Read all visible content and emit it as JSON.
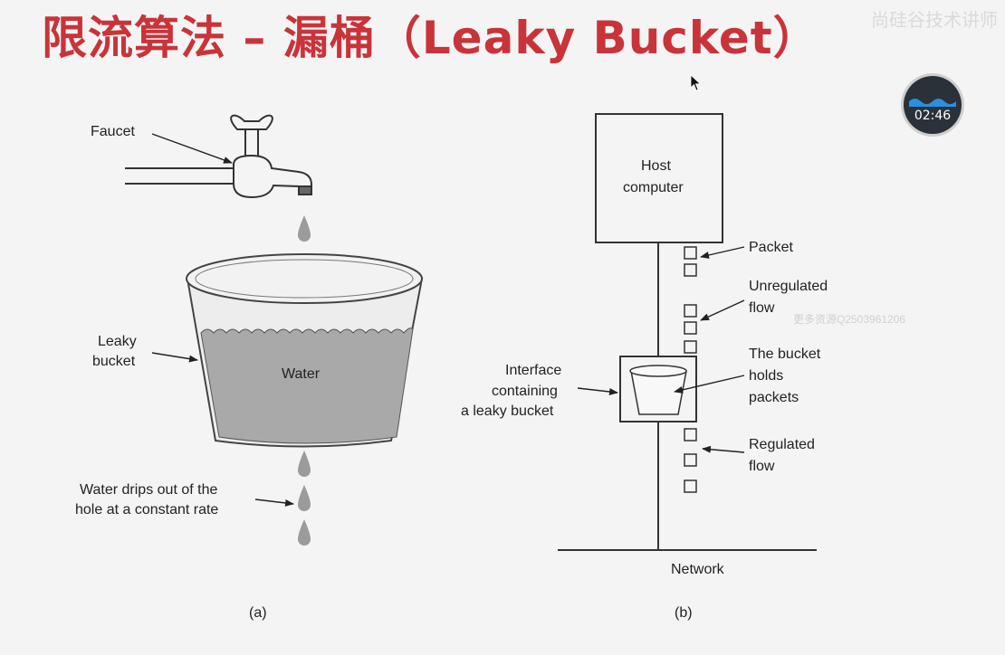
{
  "title": "限流算法 – 漏桶（Leaky Bucket）",
  "watermark_top": "尚硅谷技术讲师",
  "watermark_mid": "更多资源Q2503961206",
  "timer": {
    "time": "02:46"
  },
  "diagram_a": {
    "faucet": "Faucet",
    "leaky_line1": "Leaky",
    "leaky_line2": "bucket",
    "water": "Water",
    "drips_line1": "Water drips out of the",
    "drips_line2": "hole at a constant rate",
    "caption": "(a)"
  },
  "diagram_b": {
    "host_line1": "Host",
    "host_line2": "computer",
    "packet": "Packet",
    "unregulated_line1": "Unregulated",
    "unregulated_line2": "flow",
    "bucket_line1": "The bucket",
    "bucket_line2": "holds",
    "bucket_line3": "packets",
    "interface_line1": "Interface",
    "interface_line2": "containing",
    "interface_line3": "a leaky bucket",
    "regulated_line1": "Regulated",
    "regulated_line2": "flow",
    "network": "Network",
    "caption": "(b)"
  }
}
